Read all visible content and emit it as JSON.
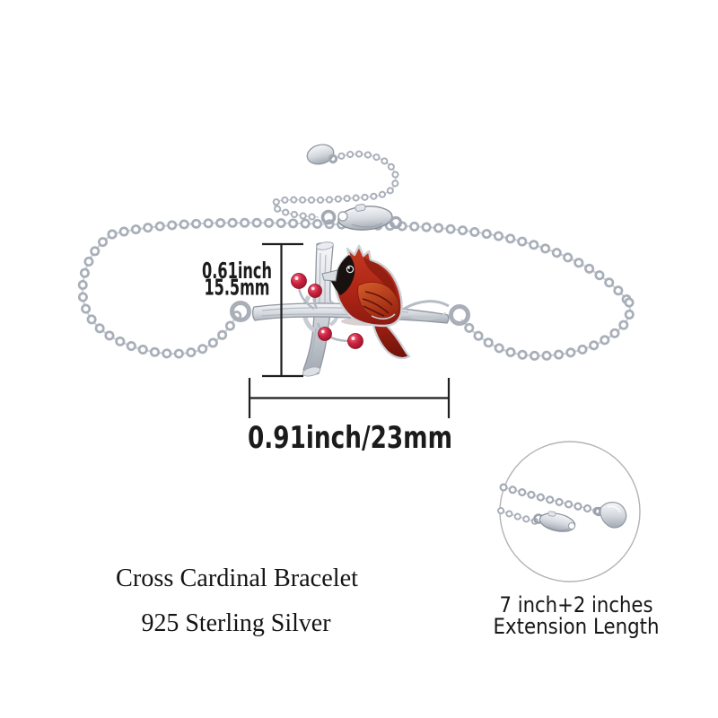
{
  "captions": {
    "product_line1": "Cross Cardinal Bracelet",
    "product_line2": "925 Sterling Silver",
    "extension_line1": "7 inch+2 inches",
    "extension_line2": "Extension Length"
  },
  "measurements": {
    "pendant_height_inch": "0.61inch",
    "pendant_height_mm": "15.5mm",
    "pendant_width": "0.91inch/23mm"
  },
  "colors": {
    "background": "#ffffff",
    "annotation_text": "#1b1b1b",
    "dimension_line": "#1f1f1f",
    "silver_light": "#f6f7f9",
    "silver_mid": "#ccd1d7",
    "silver_dark": "#9aa1ab",
    "cardinal_red": "#bd3020",
    "cardinal_dark_red": "#8e1a10",
    "wing_red_orange": "#cf5627",
    "tail_dark_red": "#8a1a0e",
    "face_mask_black": "#18110f",
    "berry_red": "#cc2240",
    "detail_circle_stroke": "#b3b3b3"
  }
}
